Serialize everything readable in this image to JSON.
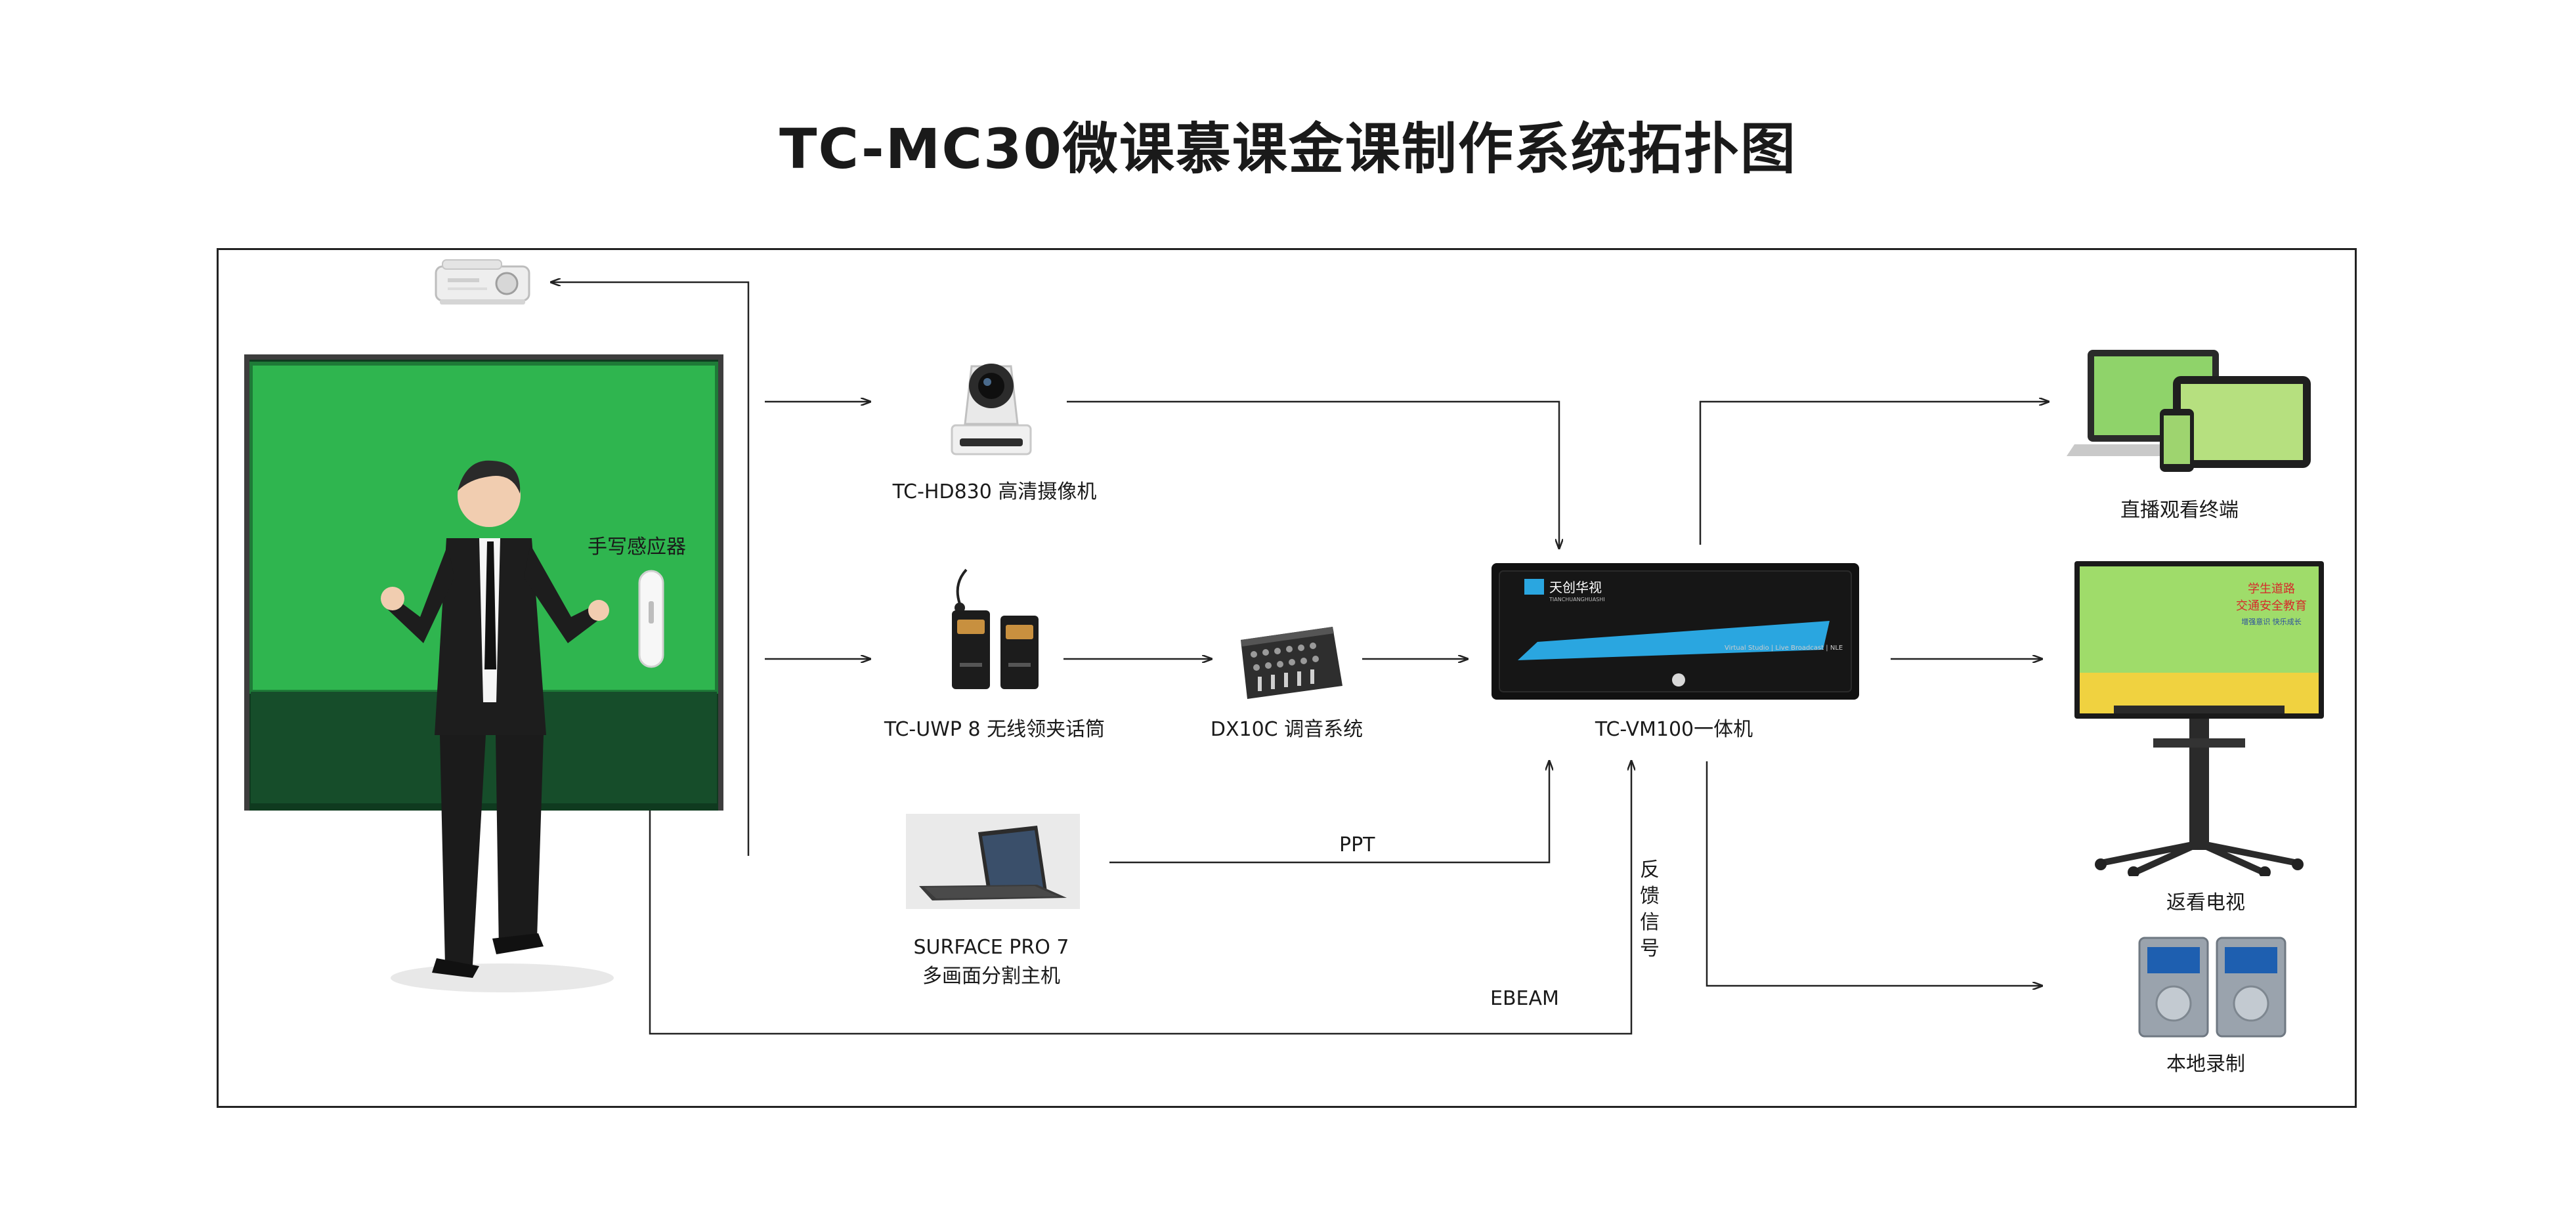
{
  "title": "TC-MC30微课慕课金课制作系统拓扑图",
  "labels": {
    "camera": "TC-HD830 高清摄像机",
    "mic": "TC-UWP 8 无线领夹话筒",
    "mixer": "DX10C 调音系统",
    "host": "TC-VM100一体机",
    "surface_line1": "SURFACE PRO 7",
    "surface_line2": "多画面分割主机",
    "sensor": "手写感应器",
    "live_terminal": "直播观看终端",
    "return_tv": "返看电视",
    "local_record": "本地录制",
    "ppt": "PPT",
    "ebeam": "EBEAM",
    "feedback": "反馈信号"
  },
  "host_panel": {
    "brand": "天创华视",
    "brand_sub": "TIANCHUANGHUASHI",
    "caption": "Virtual Studio | Live Broadcast | NLE"
  },
  "tv_screen": {
    "line1": "学生道路",
    "line2": "交通安全教育",
    "line3": "增强意识 快乐成长"
  },
  "colors": {
    "green_screen": "#2fb54f",
    "host_accent": "#2aa6e0",
    "line": "#222222"
  }
}
